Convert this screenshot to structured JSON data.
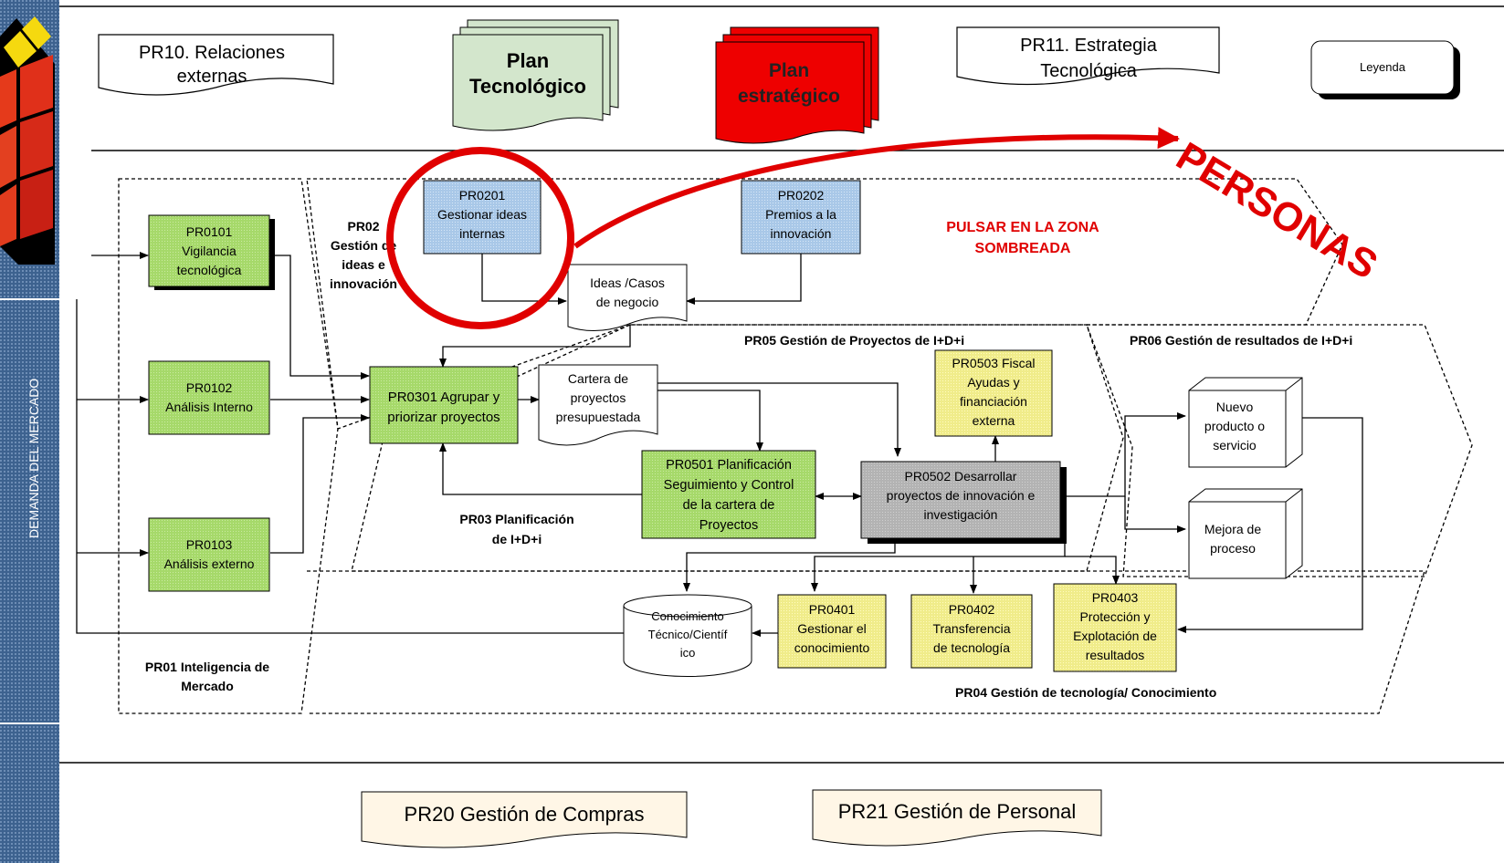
{
  "left_band_label": "DEMANDA DEL MERCADO",
  "top": {
    "pr10": [
      "PR10. Relaciones",
      "externas"
    ],
    "plan_tec": [
      "Plan",
      "Tecnológico"
    ],
    "plan_est": [
      "Plan",
      "estratégico"
    ],
    "pr11": [
      "PR11. Estrategia",
      "Tecnológica"
    ],
    "leyenda": "Leyenda"
  },
  "annotations": {
    "personas": "PERSONAS",
    "pulsar": [
      "PULSAR EN LA ZONA",
      "SOMBREADA"
    ]
  },
  "groups": {
    "pr01": [
      "PR01 Inteligencia de",
      "Mercado"
    ],
    "pr02": [
      "PR02",
      "Gestión de",
      "ideas e",
      "innovación"
    ],
    "pr03": [
      "PR03 Planificación",
      "de I+D+i"
    ],
    "pr04": "PR04 Gestión de tecnología/ Conocimiento",
    "pr05": "PR05 Gestión de Proyectos de I+D+i",
    "pr06": "PR06 Gestión de resultados de I+D+i"
  },
  "process_boxes": {
    "pr0101": [
      "PR0101",
      "Vigilancia",
      "tecnológica"
    ],
    "pr0102": [
      "PR0102",
      "Análisis Interno"
    ],
    "pr0103": [
      "PR0103",
      "Análisis externo"
    ],
    "pr0201": [
      "PR0201",
      "Gestionar ideas",
      "internas"
    ],
    "pr0202": [
      "PR0202",
      "Premios a la",
      "innovación"
    ],
    "pr0301": [
      "PR0301 Agrupar y",
      "priorizar  proyectos"
    ],
    "pr0501": [
      "PR0501 Planificación",
      "Seguimiento y Control",
      "de la cartera de",
      "Proyectos"
    ],
    "pr0502": [
      "PR0502 Desarrollar",
      "proyectos de innovación e",
      "investigación"
    ],
    "pr0503": [
      "PR0503 Fiscal",
      "Ayudas y",
      "financiación",
      "externa"
    ],
    "pr0401": [
      "PR0401",
      "Gestionar el",
      "conocimiento"
    ],
    "pr0402": [
      "PR0402",
      "Transferencia",
      "de tecnología"
    ],
    "pr0403": [
      "PR0403",
      "Protección y",
      "Explotación de",
      "resultados"
    ]
  },
  "documents": {
    "ideas": [
      "Ideas /Casos",
      "de negocio"
    ],
    "cartera": [
      "Cartera de",
      "proyectos",
      "presupuestada"
    ]
  },
  "database": [
    "Conocimiento",
    "Técnico/Científ",
    "ico"
  ],
  "outputs": {
    "nuevo": [
      "Nuevo",
      "producto o",
      "servicio"
    ],
    "mejora": [
      "Mejora de",
      "proceso"
    ]
  },
  "bottom": {
    "pr20": "PR20 Gestión de Compras",
    "pr21": "PR21 Gestión de Personal"
  },
  "colors": {
    "green": "#a6d96a",
    "blue": "#a9c8e8",
    "yellow": "#f0ec8a",
    "gray": "#b3b3b3",
    "red": "#e00000",
    "band": "#3a5d8a",
    "plan_tec": "#d3e6cc",
    "plan_est": "#ee0000"
  }
}
